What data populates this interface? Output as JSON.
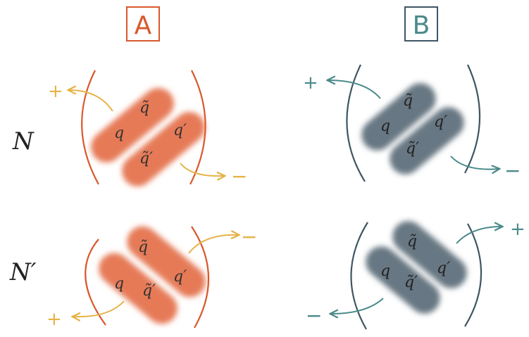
{
  "columns": [
    {
      "id": "A",
      "label": "A",
      "color": "#d9582c",
      "arrow_color": "#e6b347"
    },
    {
      "id": "B",
      "label": "B",
      "color": "#3e5663",
      "arrow_color": "#4a8a8a"
    }
  ],
  "rows": [
    {
      "label": "N"
    },
    {
      "label": "N′"
    }
  ],
  "quark_labels": {
    "q": "q",
    "q_tilde": "q̃",
    "q_prime": "q′",
    "q_tilde_prime": "q̃′"
  },
  "signs": {
    "plus": "+",
    "minus": "−"
  }
}
